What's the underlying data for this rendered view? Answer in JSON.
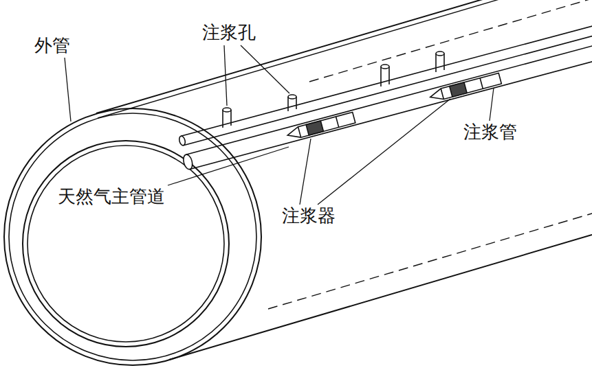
{
  "diagram": {
    "labels": [
      "外管",
      "注浆孔",
      "注浆管",
      "天然气主管道",
      "注浆器"
    ]
  }
}
